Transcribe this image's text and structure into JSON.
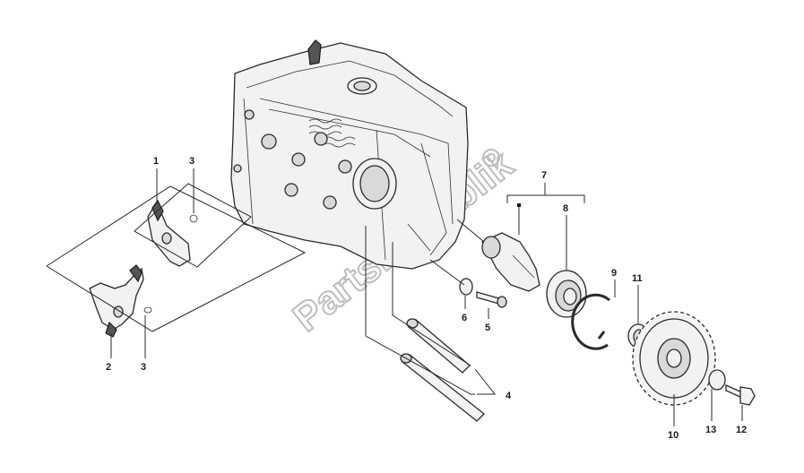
{
  "watermark": {
    "text": "PartsRepublik",
    "color": "#bdbdbd",
    "icon": "gear-icon"
  },
  "callouts": [
    {
      "id": "c1",
      "label": "1"
    },
    {
      "id": "c2",
      "label": "2"
    },
    {
      "id": "c3a",
      "label": "3"
    },
    {
      "id": "c3b",
      "label": "3"
    },
    {
      "id": "c4",
      "label": "4"
    },
    {
      "id": "c5",
      "label": "5"
    },
    {
      "id": "c6",
      "label": "6"
    },
    {
      "id": "c7",
      "label": "7"
    },
    {
      "id": "c8",
      "label": "8"
    },
    {
      "id": "c9",
      "label": "9"
    },
    {
      "id": "c10",
      "label": "10"
    },
    {
      "id": "c11",
      "label": "11"
    },
    {
      "id": "c12",
      "label": "12"
    },
    {
      "id": "c13",
      "label": "13"
    }
  ]
}
